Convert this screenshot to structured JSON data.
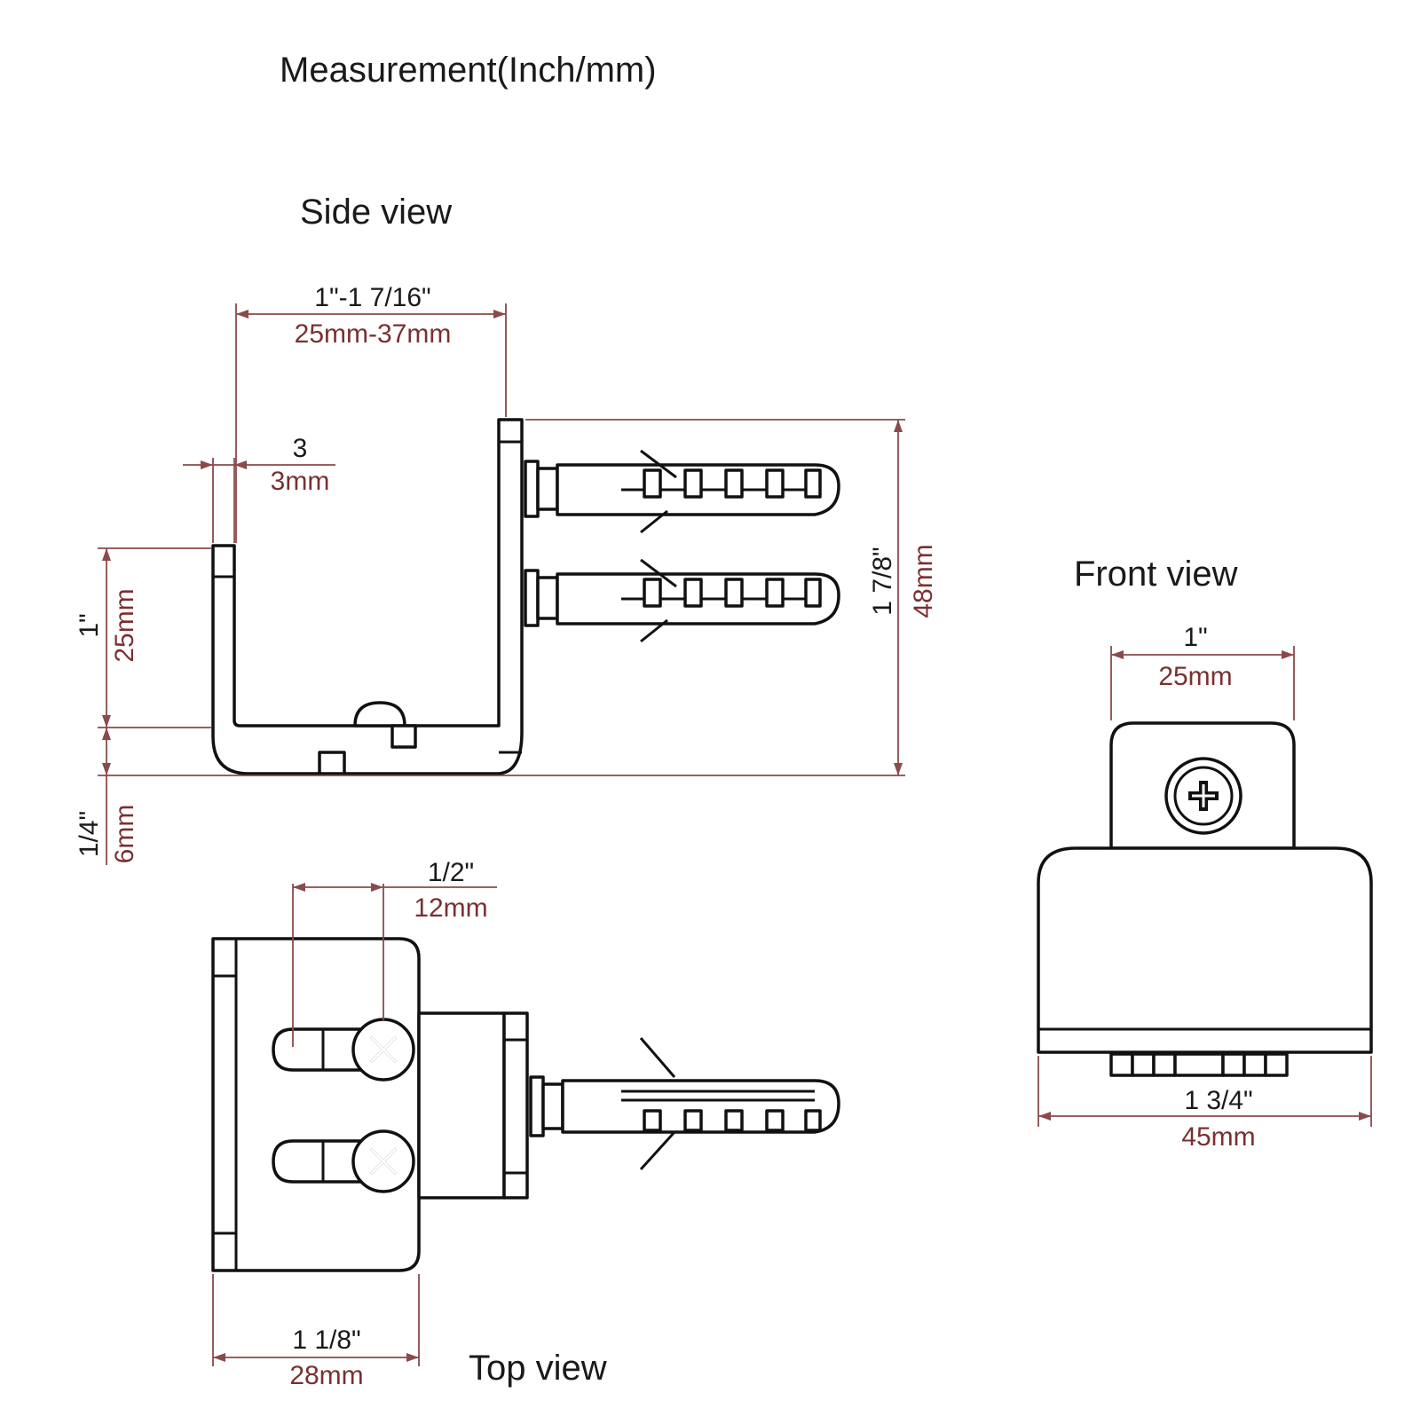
{
  "title": "Measurement(Inch/mm)",
  "views": {
    "side": {
      "label": "Side view",
      "width_in": "1\"-1 7/16\"",
      "width_mm": "25mm-37mm",
      "thickness_in": "3",
      "thickness_mm": "3mm",
      "lip_height_in": "1\"",
      "lip_height_mm": "25mm",
      "base_height_in": "1/4\"",
      "base_height_mm": "6mm",
      "total_height_in": "1 7/8\"",
      "total_height_mm": "48mm"
    },
    "top": {
      "label": "Top view",
      "slot_in": "1/2\"",
      "slot_mm": "12mm",
      "width_in": "1 1/8\"",
      "width_mm": "28mm"
    },
    "front": {
      "label": "Front view",
      "top_width_in": "1\"",
      "top_width_mm": "25mm",
      "base_width_in": "1 3/4\"",
      "base_width_mm": "45mm"
    }
  },
  "colors": {
    "line": "#111111",
    "dimension": "#8a4a4a",
    "mm_text": "#7a3030"
  }
}
